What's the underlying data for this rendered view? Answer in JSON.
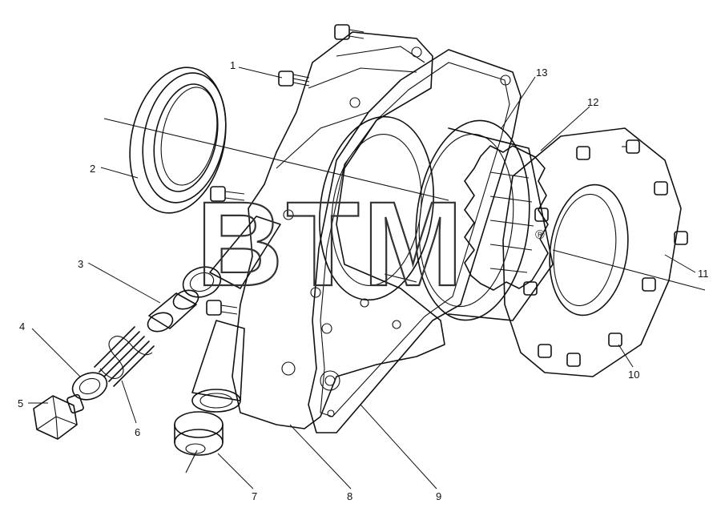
{
  "diagram": {
    "watermark": {
      "text": "BTM",
      "registered_mark": "®"
    },
    "callouts": [
      {
        "id": "1",
        "label": "1"
      },
      {
        "id": "2",
        "label": "2"
      },
      {
        "id": "3",
        "label": "3"
      },
      {
        "id": "4",
        "label": "4"
      },
      {
        "id": "5",
        "label": "5"
      },
      {
        "id": "6",
        "label": "6"
      },
      {
        "id": "7",
        "label": "7"
      },
      {
        "id": "8",
        "label": "8"
      },
      {
        "id": "9",
        "label": "9"
      },
      {
        "id": "10",
        "label": "10"
      },
      {
        "id": "11",
        "label": "11"
      },
      {
        "id": "12",
        "label": "12"
      },
      {
        "id": "13",
        "label": "13"
      }
    ]
  }
}
